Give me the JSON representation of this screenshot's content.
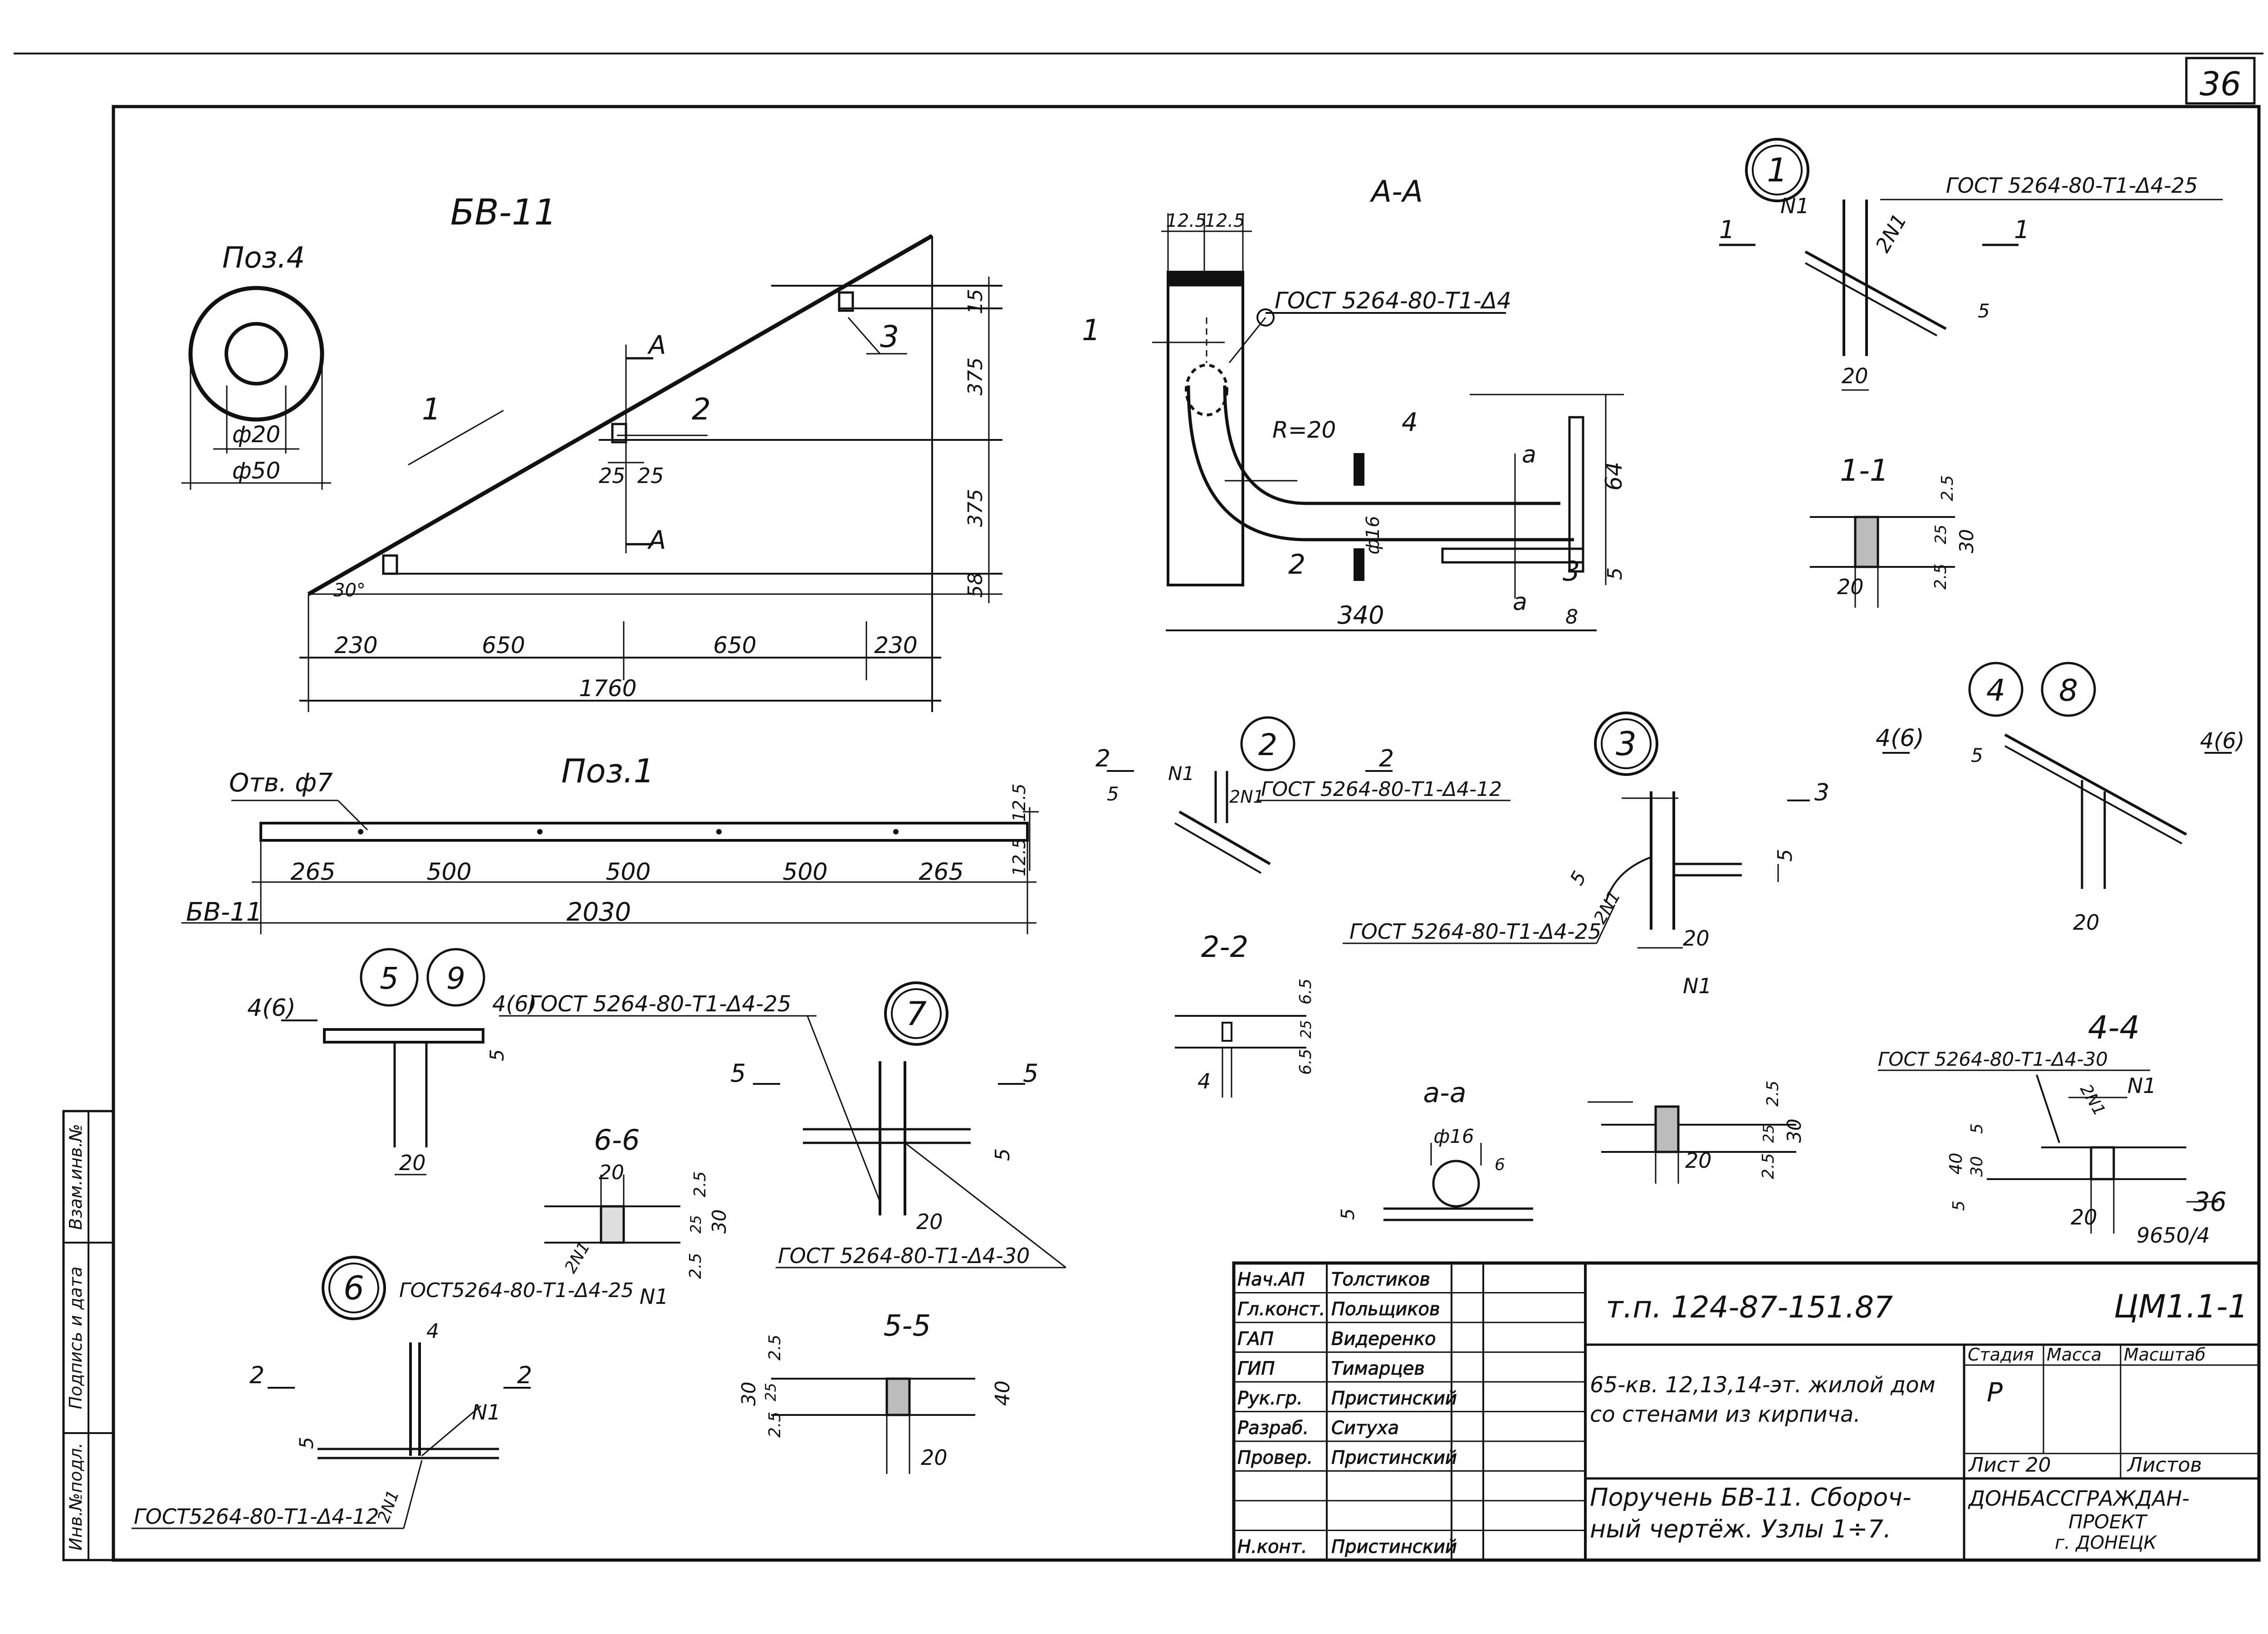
{
  "sheet_number": "36",
  "main_view": {
    "title": "БВ-11",
    "ring_title": "Поз.4",
    "ring_inner_dim": "ф20",
    "ring_outer_dim": "ф50",
    "angle": "30°",
    "pos_labels": [
      "1",
      "2",
      "3"
    ],
    "section_letter": "А",
    "vert_dims": [
      "15",
      "375",
      "375",
      "58"
    ],
    "clip_dims": [
      "25",
      "25"
    ],
    "horiz_dims": [
      "230",
      "650",
      "650",
      "230"
    ],
    "total": "1760"
  },
  "section_aa": {
    "title": "А-А",
    "top_dims": [
      "12.5",
      "12.5"
    ],
    "weld_note": "ГОСТ 5264-80-Т1-Δ4",
    "radius": "R=20",
    "labels": [
      "1",
      "2",
      "3",
      "4"
    ],
    "cut": "а",
    "diam": "ф16",
    "dim_height": "64",
    "dim_small": "5",
    "dim_width": "340",
    "dim_end": "8"
  },
  "plate": {
    "title": "Поз.1",
    "hole_note": "Отв. ф7",
    "mark": "БВ-11",
    "dims": [
      "265",
      "500",
      "500",
      "500",
      "265"
    ],
    "total": "2030",
    "edge_dims": [
      "12.5",
      "12.5"
    ]
  },
  "node1": {
    "num": "1",
    "cut": "1",
    "weld": "ГОСТ 5264-80-Т1-Δ4-25",
    "part": "N1",
    "leg": "2N1",
    "dim_gap": "5",
    "dim_w": "20",
    "section": {
      "title": "1-1",
      "w": "20",
      "d1": "2.5",
      "d2": "25",
      "d3": "2.5",
      "h": "30"
    }
  },
  "node2": {
    "num": "2",
    "cut": "2",
    "part": "N1",
    "leg": "2N1",
    "dim": "5",
    "weld": "ГОСТ 5264-80-Т1-Δ4-12"
  },
  "node3": {
    "num": "3",
    "cut": "3",
    "dim_a": "5",
    "dim_b": "5",
    "leg": "2N1",
    "weld": "ГОСТ 5264-80-Т1-Δ4-25",
    "w": "20",
    "part": "N1"
  },
  "node48": {
    "nums": [
      "4",
      "8"
    ],
    "cut": "4(6)",
    "dim": "5",
    "w": "20"
  },
  "node59": {
    "nums": [
      "5",
      "9"
    ],
    "cut": "4(6)",
    "weld": "ГОСТ 5264-80-Т1-Δ4-25",
    "dim": "5",
    "w": "20"
  },
  "node7": {
    "num": "7",
    "cut": "5",
    "dim": "5",
    "w": "20",
    "weld": "ГОСТ 5264-80-Т1-Δ4-30"
  },
  "node6": {
    "num": "6",
    "cut": "2",
    "top": "4",
    "dim": "5",
    "part": "N1",
    "leg": "2N1",
    "weld": "ГОСТ5264-80-Т1-Δ4-12"
  },
  "sec22": {
    "title": "2-2",
    "d1": "6.5",
    "d2": "25",
    "d3": "6.5",
    "w": "4"
  },
  "sec66": {
    "title": "6-6",
    "w": "20",
    "d1": "2.5",
    "d2": "25",
    "d3": "2.5",
    "h": "30",
    "leg": "2N1",
    "weld": "ГОСТ5264-80-Т1-Δ4-25",
    "part": "N1"
  },
  "sec55": {
    "title": "5-5",
    "d1": "2.5",
    "d2": "25",
    "d3": "2.5",
    "h30": "30",
    "h40": "40",
    "w": "20"
  },
  "sec_aa_small": {
    "title": "а-а",
    "diam": "ф16",
    "d6": "6",
    "d5": "5"
  },
  "sec33": {
    "d1": "2.5",
    "d2": "25",
    "d3": "2.5",
    "h": "30",
    "w": "20"
  },
  "sec44": {
    "title": "4-4",
    "weld": "ГОСТ 5264-80-Т1-Δ4-30",
    "leg": "2N1",
    "part": "N1",
    "d40": "40",
    "d5": "5",
    "d30": "30",
    "d5b": "5",
    "w": "20",
    "mark36": "36",
    "mark9650": "9650/4"
  },
  "title_block": {
    "roles": [
      "Нач.АП",
      "Гл.конст.",
      "ГАП",
      "ГИП",
      "Рук.гр.",
      "Разраб.",
      "Провер.",
      "",
      "",
      "Н.конт."
    ],
    "names": [
      "Толстиков",
      "Польщиков",
      "Видеренко",
      "Тимарцев",
      "Пристинский",
      "Ситуха",
      "Пристинский",
      "",
      "",
      "Пристинский"
    ],
    "project_code": "т.п. 124-87-151.87",
    "sheet_code": "ЦМ1.1-1",
    "headers": [
      "Стадия",
      "Масса",
      "Масштаб"
    ],
    "stage": "Р",
    "desc": [
      "65-кв. 12,13,14-эт. жилой дом",
      "со стенами из кирпича."
    ],
    "sheet_hdrs": [
      "Лист 20",
      "Листов"
    ],
    "drawing_title": [
      "Поручень БВ-11. Сбороч-",
      "ный чертёж. Узлы 1÷7."
    ],
    "org": [
      "ДОНБАССГРАЖДАН-",
      "ПРОЕКТ",
      "г. ДОНЕЦК"
    ]
  },
  "side_stamp": [
    "Инв.№подл.",
    "Подпись и дата",
    "Взам.инв.№"
  ]
}
